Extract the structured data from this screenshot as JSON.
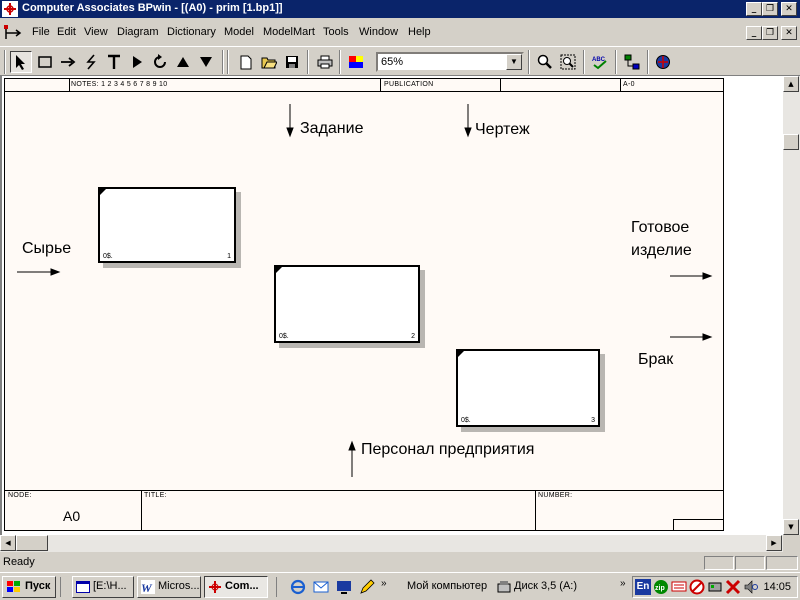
{
  "window": {
    "title": "Computer Associates BPwin - [(A0)  - prim  [1.bp1]]",
    "caption_buttons": [
      "_",
      "❐",
      "✕"
    ]
  },
  "menu": {
    "items": [
      "File",
      "Edit",
      "View",
      "Diagram",
      "Dictionary",
      "Model",
      "ModelMart",
      "Tools",
      "Window",
      "Help"
    ]
  },
  "toolbar": {
    "zoom_value": "65%",
    "tools": [
      "pointer-tool",
      "box-tool",
      "arrow-tool",
      "squiggle-tool",
      "text-tool",
      "go-to-sibling-tool",
      "rotate-tool",
      "go-to-parent-tool",
      "go-to-child-tool",
      "new-icon",
      "open-icon",
      "save-icon",
      "print-icon",
      "color-icon",
      "zoom-icon",
      "zoom-fit-icon",
      "spellcheck-icon",
      "model-explorer-icon",
      "modelmart-icon"
    ]
  },
  "frame": {
    "notes_label": "NOTES:  1  2  3  4  5  6  7  8  9  10",
    "publication_label": "PUBLICATION",
    "page_id": "A-0",
    "node_label": "NODE:",
    "node_value": "A0",
    "title_label": "TITLE:",
    "number_label": "NUMBER:"
  },
  "diagram": {
    "controls": [
      "Задание",
      "Чертеж"
    ],
    "inputs": [
      "Сырье"
    ],
    "outputs": [
      "Готовое изделие",
      "Брак"
    ],
    "output_lines": [
      "Готовое",
      "изделие"
    ],
    "mechanisms": [
      "Персонал предприятия"
    ],
    "boxes": [
      {
        "cost": "0$.",
        "number": "1"
      },
      {
        "cost": "0$.",
        "number": "2"
      },
      {
        "cost": "0$.",
        "number": "3"
      }
    ]
  },
  "status": {
    "text": "Ready"
  },
  "taskbar": {
    "start_label": "Пуск",
    "tasks": [
      "[E:\\H...",
      "Micros...",
      "Com..."
    ],
    "quicklaunch_label_1": "Мой компьютер",
    "quicklaunch_label_2": "Диск 3,5 (A:)",
    "tray_lang": "En",
    "clock": "14:05"
  }
}
